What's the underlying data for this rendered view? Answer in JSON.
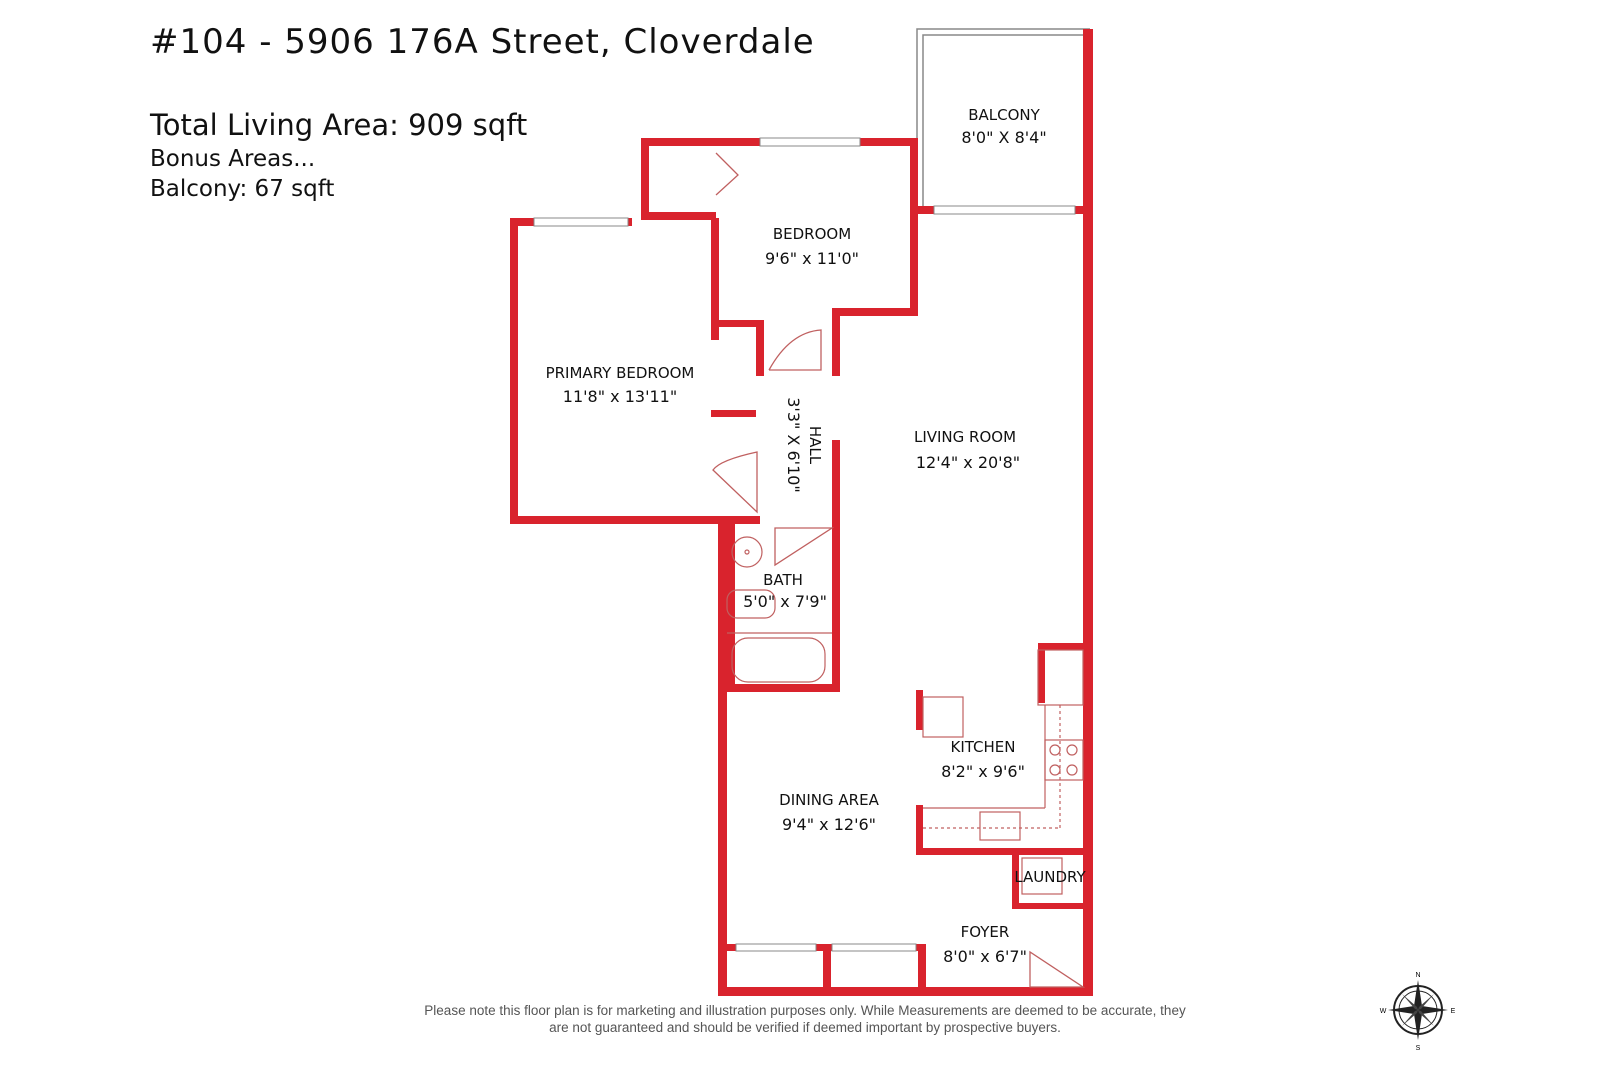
{
  "header": {
    "address": "#104 - 5906 176A Street, Cloverdale",
    "total_living_area": "Total Living Area: 909 sqft",
    "bonus_areas": "Bonus Areas...",
    "balcony_area": "Balcony: 67 sqft"
  },
  "rooms": {
    "balcony": {
      "name": "BALCONY",
      "dims": "8'0\" X 8'4\""
    },
    "bedroom": {
      "name": "BEDROOM",
      "dims": "9'6\" x 11'0\""
    },
    "primary_bedroom": {
      "name": "PRIMARY BEDROOM",
      "dims": "11'8\" x 13'11\""
    },
    "hall": {
      "name": "HALL",
      "dims": "3'3\" X 6'10\""
    },
    "living_room": {
      "name": "LIVING ROOM",
      "dims": "12'4\" x 20'8\""
    },
    "bath": {
      "name": "BATH",
      "dims": "5'0\" x 7'9\""
    },
    "kitchen": {
      "name": "KITCHEN",
      "dims": "8'2\" x 9'6\""
    },
    "dining_area": {
      "name": "DINING AREA",
      "dims": "9'4\" x 12'6\""
    },
    "laundry": {
      "name": "LAUNDRY"
    },
    "foyer": {
      "name": "FOYER",
      "dims": "8'0\" x 6'7\""
    }
  },
  "compass": {
    "icon": "compass-rose-icon",
    "n": "N",
    "e": "E",
    "s": "S",
    "w": "W"
  },
  "colors": {
    "wall": "#d9232d",
    "fixture": "#c06060"
  },
  "footer": {
    "disclaimer": "Please note this floor plan is for marketing and illustration purposes only. While Measurements are deemed to be accurate, they are not guaranteed and should be verified if deemed important by prospective buyers."
  }
}
